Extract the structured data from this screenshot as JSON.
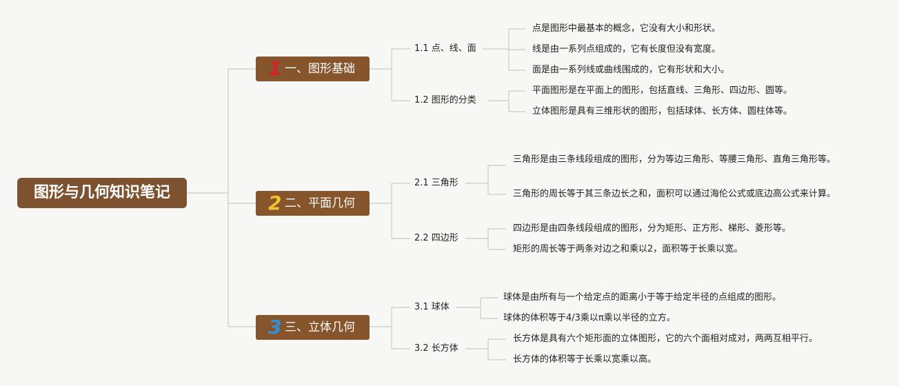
{
  "root": {
    "title": "图形与几何知识笔记"
  },
  "colors": {
    "node_bg": "#87552c",
    "root_bg": "#7c5230",
    "num1": "#d6202b",
    "num2": "#f2c12e",
    "num3": "#2f8fd8",
    "line": "#c9c9c9"
  },
  "branches": [
    {
      "number": "1",
      "label": "一、图形基础",
      "subs": [
        {
          "label": "1.1 点、线、面",
          "leaves": [
            "点是图形中最基本的概念，它没有大小和形状。",
            "线是由一系列点组成的，它有长度但没有宽度。",
            "面是由一系列线或曲线围成的，它有形状和大小。"
          ]
        },
        {
          "label": "1.2 图形的分类",
          "leaves": [
            "平面图形是在平面上的图形，包括直线、三角形、四边形、圆等。",
            "立体图形是具有三维形状的图形，包括球体、长方体、圆柱体等。"
          ]
        }
      ]
    },
    {
      "number": "2",
      "label": "二、平面几何",
      "subs": [
        {
          "label": "2.1 三角形",
          "leaves": [
            "三角形是由三条线段组成的图形，分为等边三角形、等腰三角形、直角三角形等。",
            "三角形的周长等于其三条边长之和，面积可以通过海伦公式或底边高公式来计算。"
          ]
        },
        {
          "label": "2.2 四边形",
          "leaves": [
            "四边形是由四条线段组成的图形，分为矩形、正方形、梯形、菱形等。",
            "矩形的周长等于两条对边之和乘以2，面积等于长乘以宽。"
          ]
        }
      ]
    },
    {
      "number": "3",
      "label": "三、立体几何",
      "subs": [
        {
          "label": "3.1 球体",
          "leaves": [
            "球体是由所有与一个给定点的距离小于等于给定半径的点组成的图形。",
            "球体的体积等于4/3乘以π乘以半径的立方。"
          ]
        },
        {
          "label": "3.2 长方体",
          "leaves": [
            "长方体是具有六个矩形面的立体图形，它的六个面相对成对，两两互相平行。",
            "长方体的体积等于长乘以宽乘以高。"
          ]
        }
      ]
    }
  ]
}
